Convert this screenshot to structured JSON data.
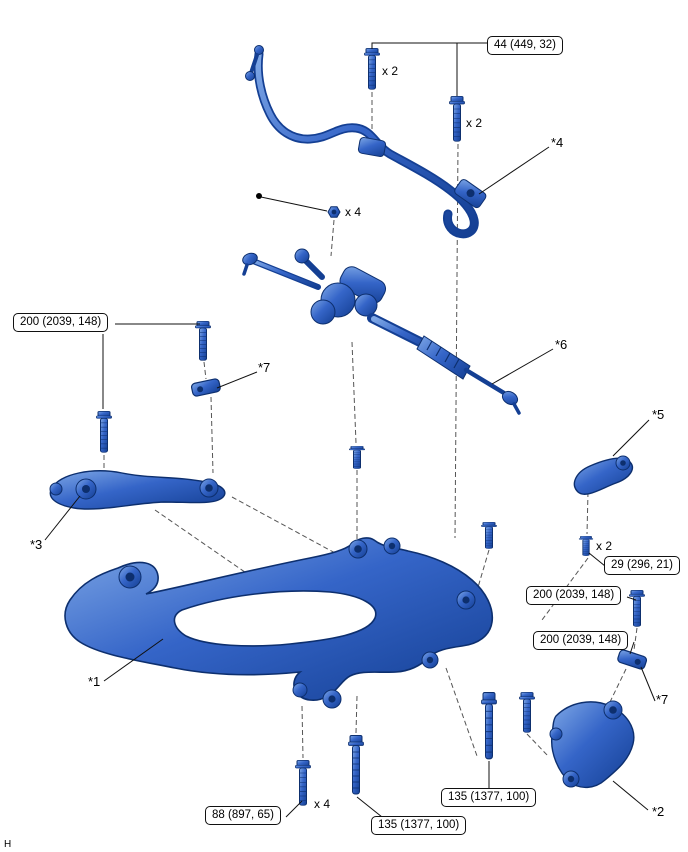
{
  "diagram": {
    "footer_letter": "H",
    "colors": {
      "part_blue": "#2f62c6",
      "part_blue_dark": "#0d2f6e",
      "line_black": "#111111"
    },
    "callouts": [
      {
        "text": "44 (449, 32)"
      },
      {
        "text": "200 (2039, 148)"
      },
      {
        "text": "29 (296, 21)"
      },
      {
        "text": "200 (2039, 148)"
      },
      {
        "text": "200 (2039, 148)"
      },
      {
        "text": "88 (897, 65)"
      },
      {
        "text": "135 (1377, 100)"
      },
      {
        "text": "135 (1377, 100)"
      }
    ],
    "part_labels": [
      {
        "text": "*1"
      },
      {
        "text": "*2"
      },
      {
        "text": "*3"
      },
      {
        "text": "*4"
      },
      {
        "text": "*5"
      },
      {
        "text": "*6"
      },
      {
        "text": "*7"
      },
      {
        "text": "*7"
      }
    ],
    "quantity_labels": [
      {
        "text": "x 2"
      },
      {
        "text": "x 2"
      },
      {
        "text": "x 4"
      },
      {
        "text": "x 2"
      },
      {
        "text": "x 4"
      }
    ]
  }
}
